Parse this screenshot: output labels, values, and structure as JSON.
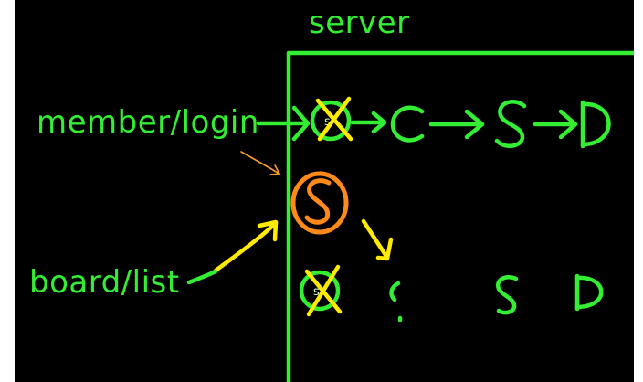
{
  "labels": {
    "server": "server",
    "member_login": "member/login",
    "board_list": "board/list"
  },
  "colors": {
    "background": "#000000",
    "green": "#33ee33",
    "yellow": "#ffea00",
    "orange": "#ff8a1a"
  }
}
